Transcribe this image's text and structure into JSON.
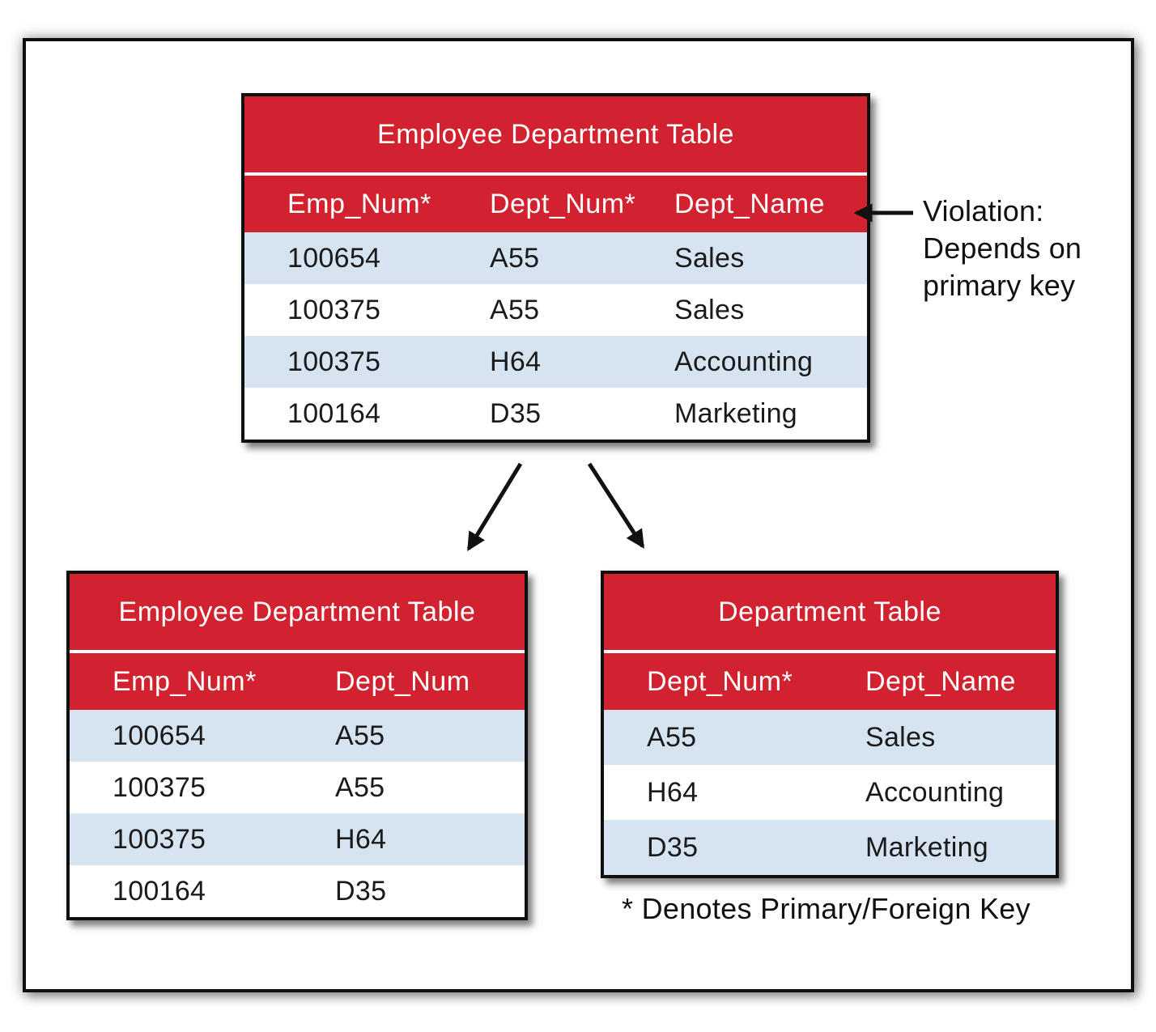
{
  "colors": {
    "header_red": "#d2212f",
    "row_alt_blue": "#d6e4f2",
    "table_border": "#0f0f0f",
    "text_dark": "#1a1a1a",
    "header_text": "#ffffff"
  },
  "icons": {
    "split_arrow_left": "diagonal-down-left-arrow",
    "split_arrow_right": "diagonal-down-right-arrow",
    "violation_arrow": "left-pointing-arrow"
  },
  "tables": {
    "top": {
      "title": "Employee Department Table",
      "columns": [
        "Emp_Num*",
        "Dept_Num*",
        "Dept_Name"
      ],
      "rows": [
        [
          "100654",
          "A55",
          "Sales"
        ],
        [
          "100375",
          "A55",
          "Sales"
        ],
        [
          "100375",
          "H64",
          "Accounting"
        ],
        [
          "100164",
          "D35",
          "Marketing"
        ]
      ]
    },
    "bottom_left": {
      "title": "Employee Department Table",
      "columns": [
        "Emp_Num*",
        "Dept_Num"
      ],
      "rows": [
        [
          "100654",
          "A55"
        ],
        [
          "100375",
          "A55"
        ],
        [
          "100375",
          "H64"
        ],
        [
          "100164",
          "D35"
        ]
      ]
    },
    "bottom_right": {
      "title": "Department Table",
      "columns": [
        "Dept_Num*",
        "Dept_Name"
      ],
      "rows": [
        [
          "A55",
          "Sales"
        ],
        [
          "H64",
          "Accounting"
        ],
        [
          "D35",
          "Marketing"
        ]
      ]
    }
  },
  "annotation": {
    "lines": [
      "Violation:",
      "Depends on",
      "primary key"
    ]
  },
  "footnote": "* Denotes Primary/Foreign Key"
}
